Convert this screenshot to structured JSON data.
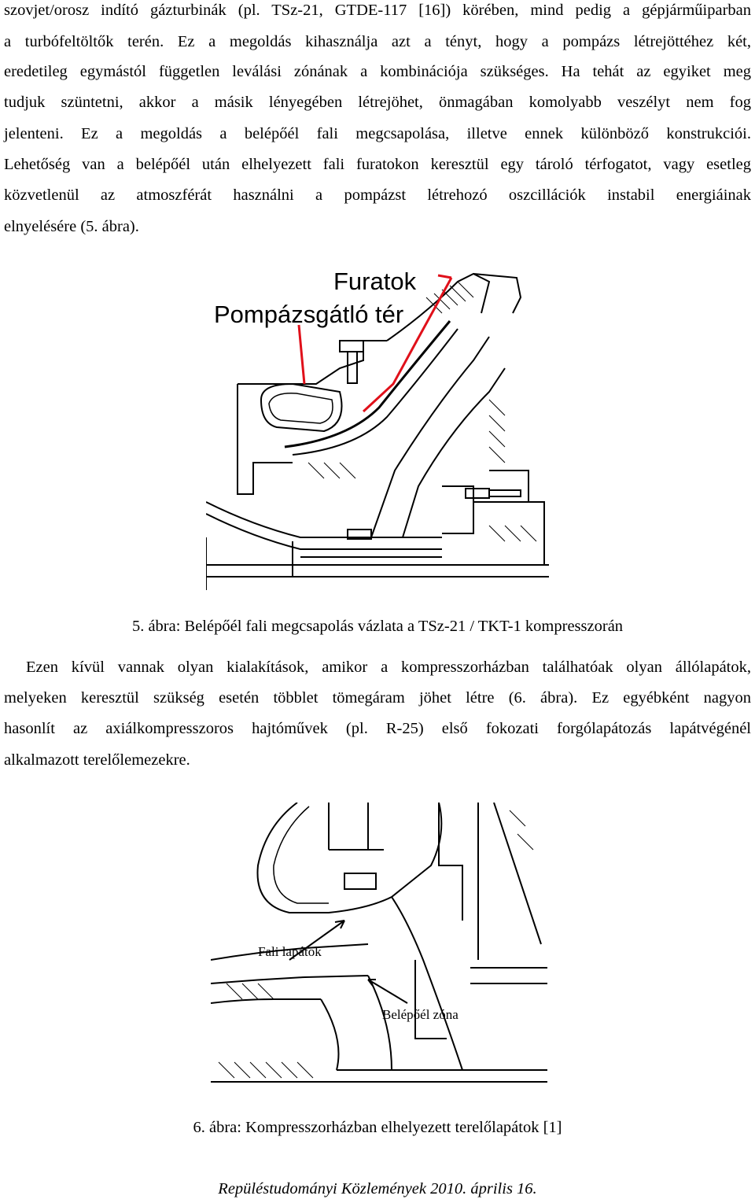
{
  "paragraph1": [
    "szovjet/orosz indító gázturbinák (pl. TSz-21, GTDE-117 [16]) körében, mind pedig a gépjárműiparban",
    "a turbófeltöltők terén. Ez a megoldás kihasználja azt a tényt, hogy a pompázs létrejöttéhez két,",
    "eredetileg egymástól független leválási zónának a kombinációja szükséges. Ha tehát az egyiket meg",
    "tudjuk szüntetni, akkor a másik lényegében létrejöhet, önmagában komolyabb veszélyt nem fog",
    "jelenteni. Ez a megoldás a belépőél fali megcsapolása, illetve ennek különböző konstrukciói.",
    "Lehetőség van a belépőél után elhelyezett fali furatokon keresztül egy tároló térfogatot, vagy esetleg",
    "közvetlenül az atmoszférát használni a pompázst létrehozó oszcillációk instabil energiáinak",
    "elnyelésére (5. ábra)."
  ],
  "figure5": {
    "label_furatok": "Furatok",
    "label_pompazsgatlo": "Pompázsgátló tér",
    "caption": "5. ábra: Belépőél fali megcsapolás vázlata a TSz-21 / TKT-1 kompresszorán",
    "arrow_color": "#e0101a"
  },
  "paragraph2": [
    "Ezen kívül vannak olyan kialakítások, amikor a kompresszorházban találhatóak olyan állólapátok,",
    "melyeken keresztül szükség esetén többlet tömegáram jöhet létre (6. ábra). Ez egyébként nagyon",
    "hasonlít az axiálkompresszoros hajtóművek (pl. R-25) első fokozati forgólapátozás lapátvégénél",
    "alkalmazott terelőlemezekre."
  ],
  "figure6": {
    "label_fali": "Fali lapátok",
    "label_belepoel": "Belépőél zóna",
    "caption": "6. ábra: Kompresszorházban elhelyezett terelőlapátok [1]"
  },
  "footer": "Repüléstudományi Közlemények 2010. április 16."
}
